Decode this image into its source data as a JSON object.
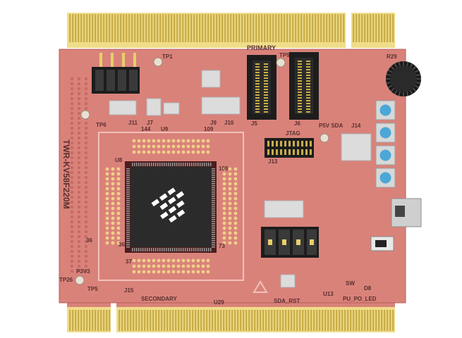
{
  "board": {
    "colors": {
      "pcb": "#d9827a",
      "pcb_dark": "#c86b64",
      "gold": "#e8cf6b",
      "gold_dark": "#c9ad49",
      "chip": "#2b2b2b",
      "button": "#4aa8d8",
      "header": "#1d1d1d"
    },
    "labels": {
      "primary": "PRIMARY",
      "secondary": "SECONDARY",
      "jtag": "JTAG",
      "model_vertical": "TWR-KV58F220M",
      "tp9": "TP9",
      "tp1": "TP1",
      "tp6": "TP6",
      "tp5": "TP5",
      "tp26": "TP26",
      "p3v3": "P3V3",
      "j15": "J15",
      "j11": "J11",
      "j7": "J7",
      "j5": "J5",
      "j6": "J6",
      "j9": "J9",
      "j10": "J10",
      "j13": "J13",
      "j14": "J14",
      "u8": "U8",
      "u9": "U9",
      "u13": "U13",
      "u29": "U29",
      "n144": "144",
      "n109": "109",
      "n108": "108",
      "n36": "36",
      "n37": "37",
      "n73": "73",
      "r29": "R29",
      "d8": "D8",
      "sda_rst": "SDA_RST",
      "pu_po_led": "PU_PO_LED",
      "p5v_sda": "P5V SDA",
      "sw": "SW"
    }
  }
}
